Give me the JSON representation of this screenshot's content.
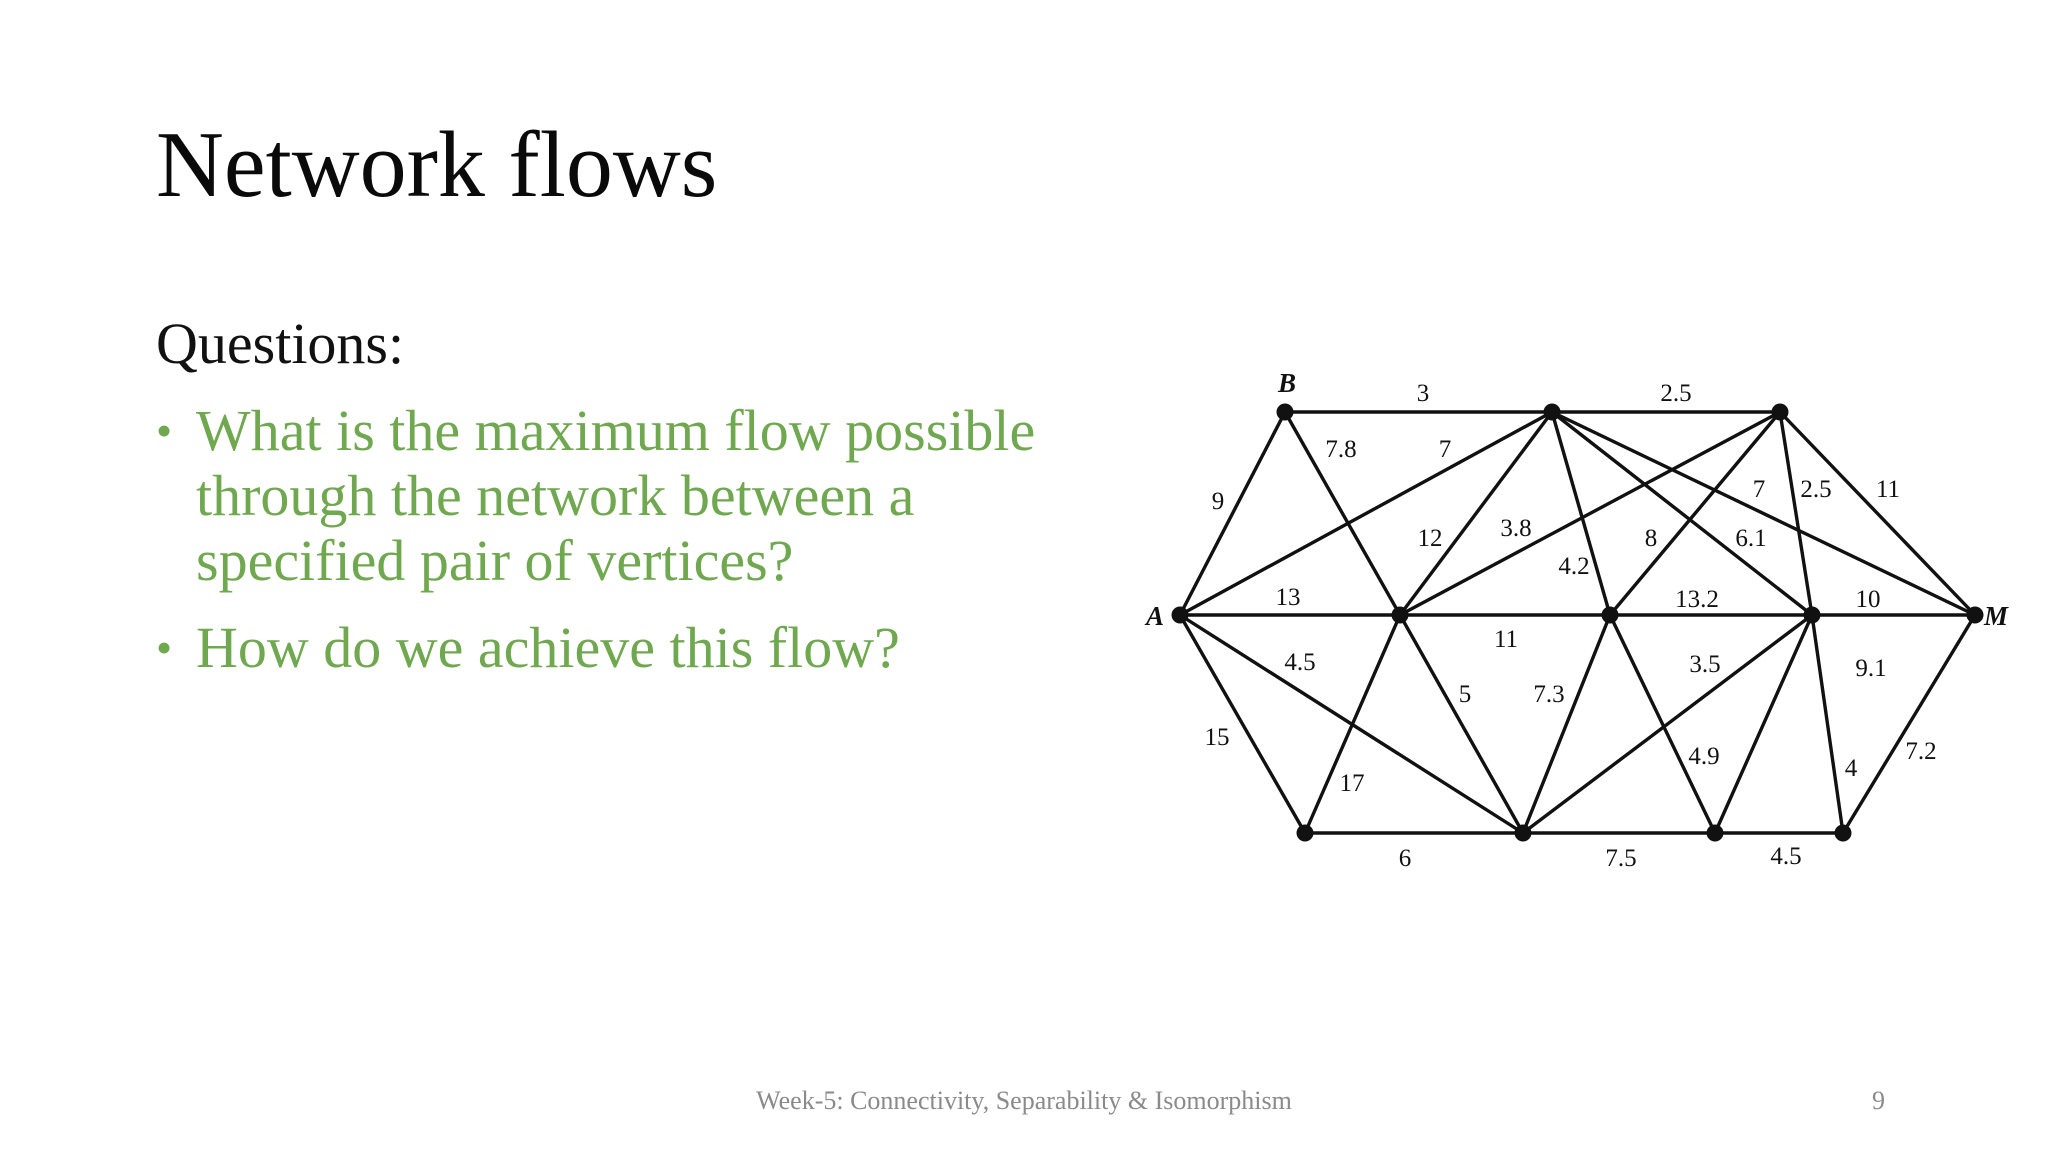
{
  "slide": {
    "title": "Network flows",
    "questions_heading": "Questions:",
    "bullets": [
      "What is the maximum flow possible through the network between a specified pair of vertices?",
      "How do we achieve this flow?"
    ],
    "footer": "Week-5: Connectivity, Separability & Isomorphism",
    "page_number": "9"
  },
  "colors": {
    "title": "#0a0a0a",
    "bullet_text": "#6fa84f",
    "footer_text": "#8a8a8a",
    "graph_lines": "#111111"
  },
  "graph": {
    "vertex_labels": [
      "A",
      "B",
      "M"
    ],
    "edge_weights": [
      "3",
      "2.5",
      "7.8",
      "7",
      "9",
      "12",
      "3.8",
      "4.2",
      "8",
      "7",
      "2.5",
      "11",
      "6.1",
      "13",
      "11",
      "13.2",
      "10",
      "4.5",
      "5",
      "7.3",
      "3.5",
      "9.1",
      "15",
      "17",
      "4.9",
      "4",
      "7.2",
      "6",
      "7.5",
      "4.5"
    ]
  }
}
